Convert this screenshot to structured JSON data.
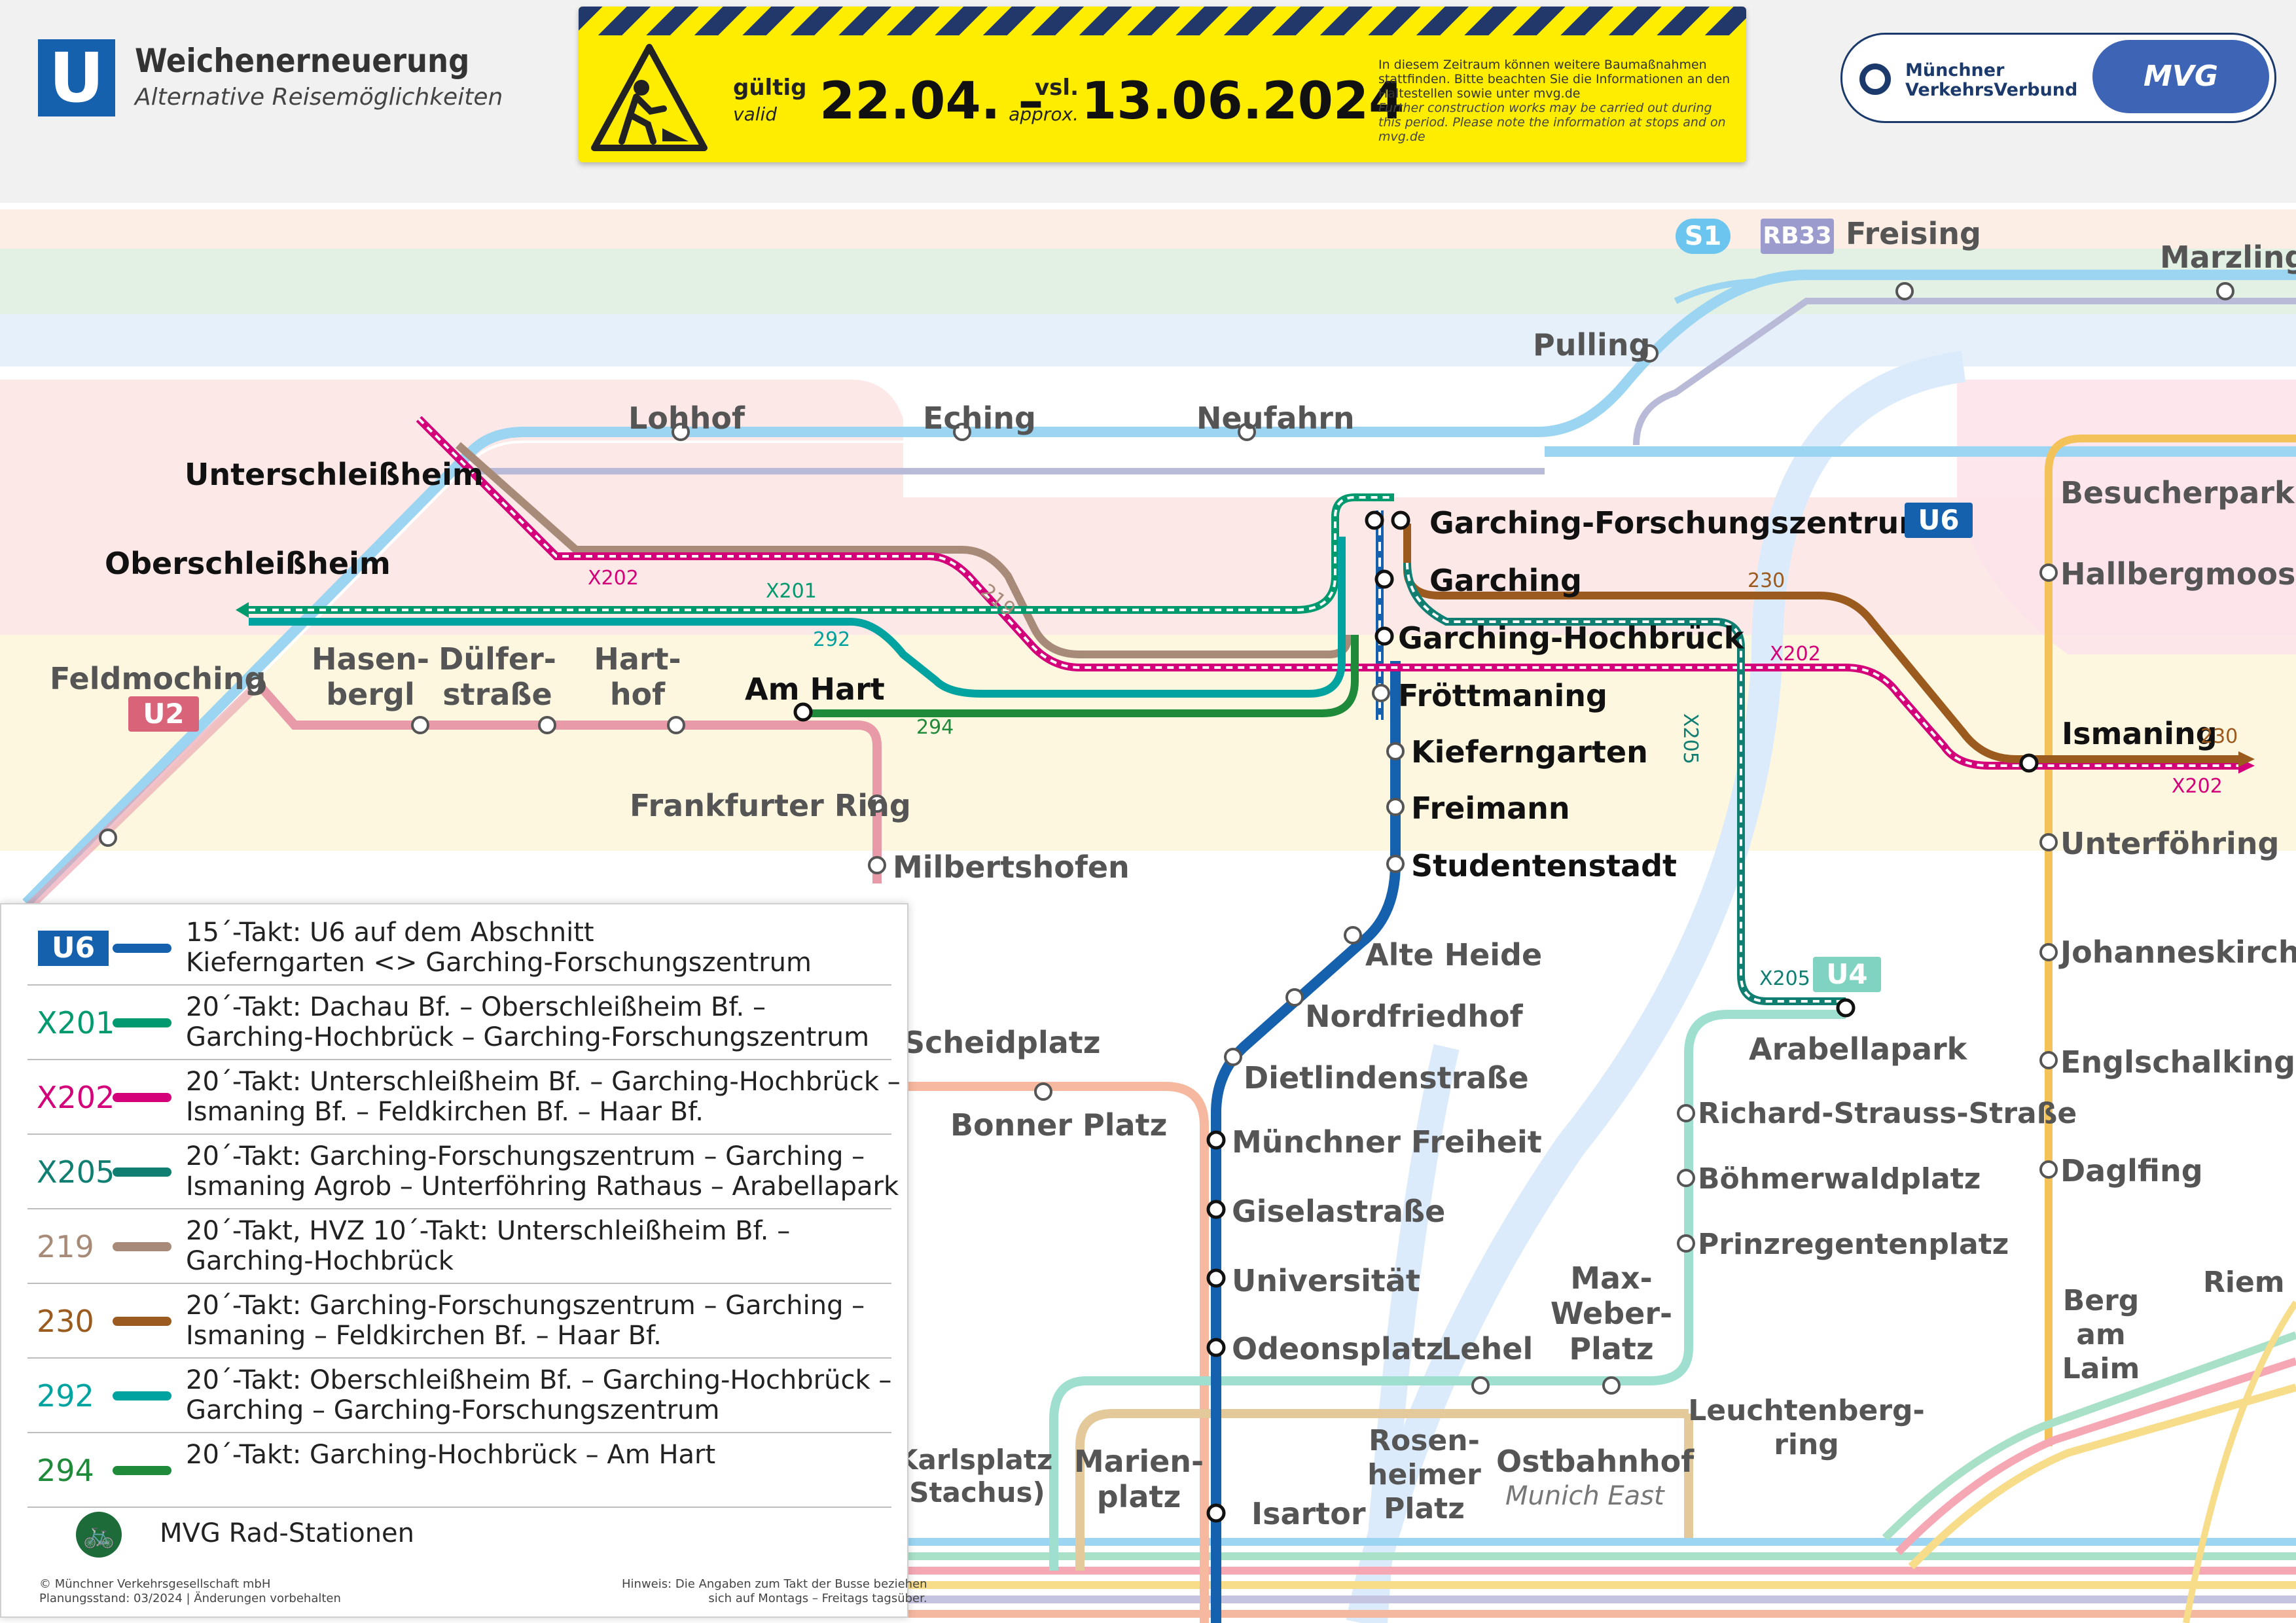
{
  "header": {
    "logo_letter": "U",
    "title": "Weichenerneuerung",
    "subtitle": "Alternative Reisemöglichkeiten",
    "valid_de": "gültig",
    "valid_en": "valid",
    "date_from": "22.04. –",
    "approx_de": "vsl.",
    "approx_en": "approx.",
    "date_to": "13.06.2024",
    "note_de": "In diesem Zeitraum können weitere Baumaßnahmen stattfinden. Bitte beachten Sie die Informationen an den Haltestellen sowie unter mvg.de",
    "note_en": "Further construction works may be carried out during this period. Please note the information at stops and on mvg.de",
    "mvv_line1": "Münchner",
    "mvv_line2": "VerkehrsVerbund",
    "mvg": "MVG"
  },
  "colors": {
    "u6": "#1561ad",
    "s1": "#6cc5ef",
    "rb": "#9b9bce",
    "x201": "#009a6e",
    "x202": "#d4007a",
    "x205": "#107f72",
    "l219": "#a88a78",
    "l230": "#9b5a1e",
    "l292": "#00a3a0",
    "l294": "#1e8a3a",
    "u2": "#d9647a",
    "u4": "#7fd3c0",
    "u3": "#f0a382",
    "s8": "#f3c35a",
    "u5": "#d8b07a"
  },
  "stations": {
    "freising": "Freising",
    "marzling": "Marzling",
    "pulling": "Pulling",
    "lohhof": "Lohhof",
    "eching": "Eching",
    "neufahrn": "Neufahrn",
    "besucherpark": "Besucherpark",
    "unterschleissheim": "Unterschleißheim",
    "oberschleissheim": "Oberschleißheim",
    "feldmoching": "Feldmoching",
    "hasenbergl": "Hasen-\nbergl",
    "duelferstrasse": "Dülfer-\nstraße",
    "harthof": "Hart-\nhof",
    "am_hart": "Am Hart",
    "frankfurter_ring": "Frankfurter Ring",
    "milbertshofen": "Milbertshofen",
    "garching_fz": "Garching-Forschungszentrum",
    "garching": "Garching",
    "garching_hb": "Garching-Hochbrück",
    "froettmaning": "Fröttmaning",
    "kieferngarten": "Kieferngarten",
    "freimann": "Freimann",
    "studentenstadt": "Studentenstadt",
    "alte_heide": "Alte Heide",
    "nordfriedhof": "Nordfriedhof",
    "dietlindenstrasse": "Dietlindenstraße",
    "muenchner_freiheit": "Münchner Freiheit",
    "giselastrasse": "Giselastraße",
    "universitaet": "Universität",
    "odeonsplatz": "Odeonsplatz",
    "lehel": "Lehel",
    "max_weber_platz": "Max-\nWeber-\nPlatz",
    "scheidplatz": "Scheidplatz",
    "bonner_platz": "Bonner Platz",
    "karlsplatz": "Karlsplatz\n(Stachus)",
    "marienplatz": "Marien-\nplatz",
    "isartor": "Isartor",
    "rosenheimer_platz": "Rosen-\nheimer\nPlatz",
    "ostbahnhof": "Ostbahnhof",
    "ostbahnhof_en": "Munich East",
    "hallbergmoos": "Hallbergmoos",
    "ismaning": "Ismaning",
    "unterfoehring": "Unterföhring",
    "johanneskirchen": "Johanneskirchen",
    "englschalking": "Englschalking",
    "daglfing": "Daglfing",
    "arabellapark": "Arabellapark",
    "richard_strauss": "Richard-Strauss-Straße",
    "boehmerwaldplatz": "Böhmerwaldplatz",
    "prinzregentenplatz": "Prinzregentenplatz",
    "leuchtenbergring": "Leuchtenberg-\nring",
    "berg_am_laim": "Berg\nam\nLaim",
    "riem": "Riem"
  },
  "line_badges": {
    "s1": "S1",
    "rb33": "RB33",
    "u2": "U2",
    "u6": "U6",
    "u4": "U4",
    "x201": "X201",
    "x202": "X202",
    "x205": "X205",
    "l219": "219",
    "l230": "230",
    "l292": "292",
    "l294": "294"
  },
  "legend": [
    {
      "code": "U6",
      "text": "15´-Takt: U6 auf dem Abschnitt\nKieferngarten <> Garching-Forschungszentrum",
      "color": "#1561ad"
    },
    {
      "code": "X201",
      "text": "20´-Takt: Dachau Bf. – Oberschleißheim Bf. –\nGarching-Hochbrück – Garching-Forschungszentrum",
      "color": "#009a6e"
    },
    {
      "code": "X202",
      "text": "20´-Takt: Unterschleißheim Bf. – Garching-Hochbrück –\nIsmaning Bf. – Feldkirchen Bf. – Haar Bf.",
      "color": "#d4007a"
    },
    {
      "code": "X205",
      "text": "20´-Takt: Garching-Forschungszentrum – Garching –\nIsmaning Agrob – Unterföhring Rathaus – Arabellapark",
      "color": "#107f72"
    },
    {
      "code": "219",
      "text": "20´-Takt, HVZ 10´-Takt: Unterschleißheim Bf. –\nGarching-Hochbrück",
      "color": "#a88a78"
    },
    {
      "code": "230",
      "text": "20´-Takt: Garching-Forschungszentrum – Garching –\nIsmaning – Feldkirchen Bf. – Haar Bf.",
      "color": "#9b5a1e"
    },
    {
      "code": "292",
      "text": "20´-Takt: Oberschleißheim Bf. – Garching-Hochbrück –\nGarching – Garching-Forschungszentrum",
      "color": "#00a3a0"
    },
    {
      "code": "294",
      "text": "20´-Takt: Garching-Hochbrück – Am Hart",
      "color": "#1e8a3a"
    }
  ],
  "legend_bike": "MVG Rad-Stationen",
  "footer_left": "© Münchner Verkehrsgesellschaft mbH\nPlanungsstand: 03/2024 | Änderungen vorbehalten",
  "footer_right": "Hinweis: Die Angaben zum Takt der Busse beziehen\nsich auf Montags – Freitags tagsüber."
}
